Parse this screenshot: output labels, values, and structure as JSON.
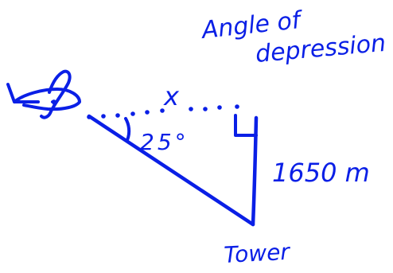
{
  "diagram": {
    "title_line1": "Angle of",
    "title_line2": "depression",
    "horizontal_label": "x",
    "angle_label": "25°",
    "height_label": "1650 m",
    "tower_label": "Tower",
    "ink_color": "#0a1fe6",
    "icons": {
      "plane": "airplane-icon",
      "right_angle": "right-angle-marker-icon",
      "angle_arc": "angle-arc-icon"
    }
  }
}
